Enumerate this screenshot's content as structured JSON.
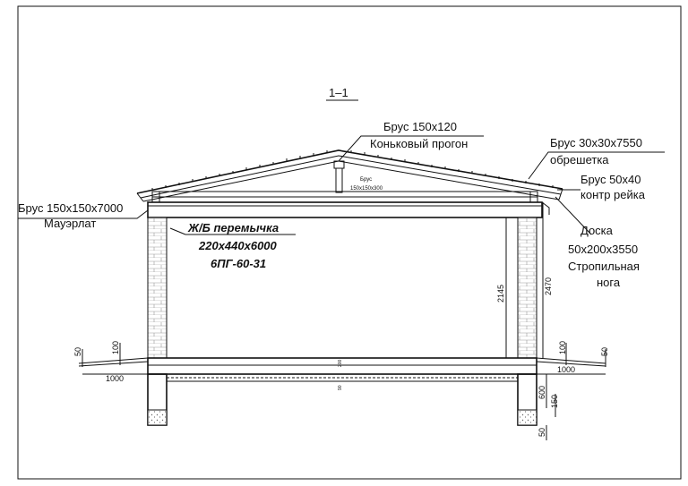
{
  "section": {
    "title": "1–1"
  },
  "labels": {
    "ridge_beam": "Брус 150х120",
    "ridge_purlin": "Коньковый прогон",
    "post": "Брус",
    "post_size": "150х150х300",
    "lath": "Брус 30х30х7550",
    "lath_name": "обрешетка",
    "counter": "Брус 50х40",
    "counter_name": "контр рейка",
    "board": "Доска",
    "board_size": "50х200х3550",
    "rafter1": "Стропильная",
    "rafter2": "нога",
    "mauerlat": "Брус 150х150х7000",
    "mauerlat_name": "Мауэрлат",
    "lintel": "Ж/Б перемычка",
    "lintel_size": "220х440х6000",
    "lintel_mark": "6ПГ-60-31"
  },
  "dims": {
    "h_inner": "2145",
    "h_total": "2470",
    "left_50": "50",
    "left_100": "100",
    "left_1000": "1000",
    "right_100": "100",
    "right_50": "50",
    "right_1000": "1000",
    "found_600": "600",
    "found_150": "150",
    "found_50": "50",
    "slab_200": "200",
    "slab_90": "90"
  }
}
